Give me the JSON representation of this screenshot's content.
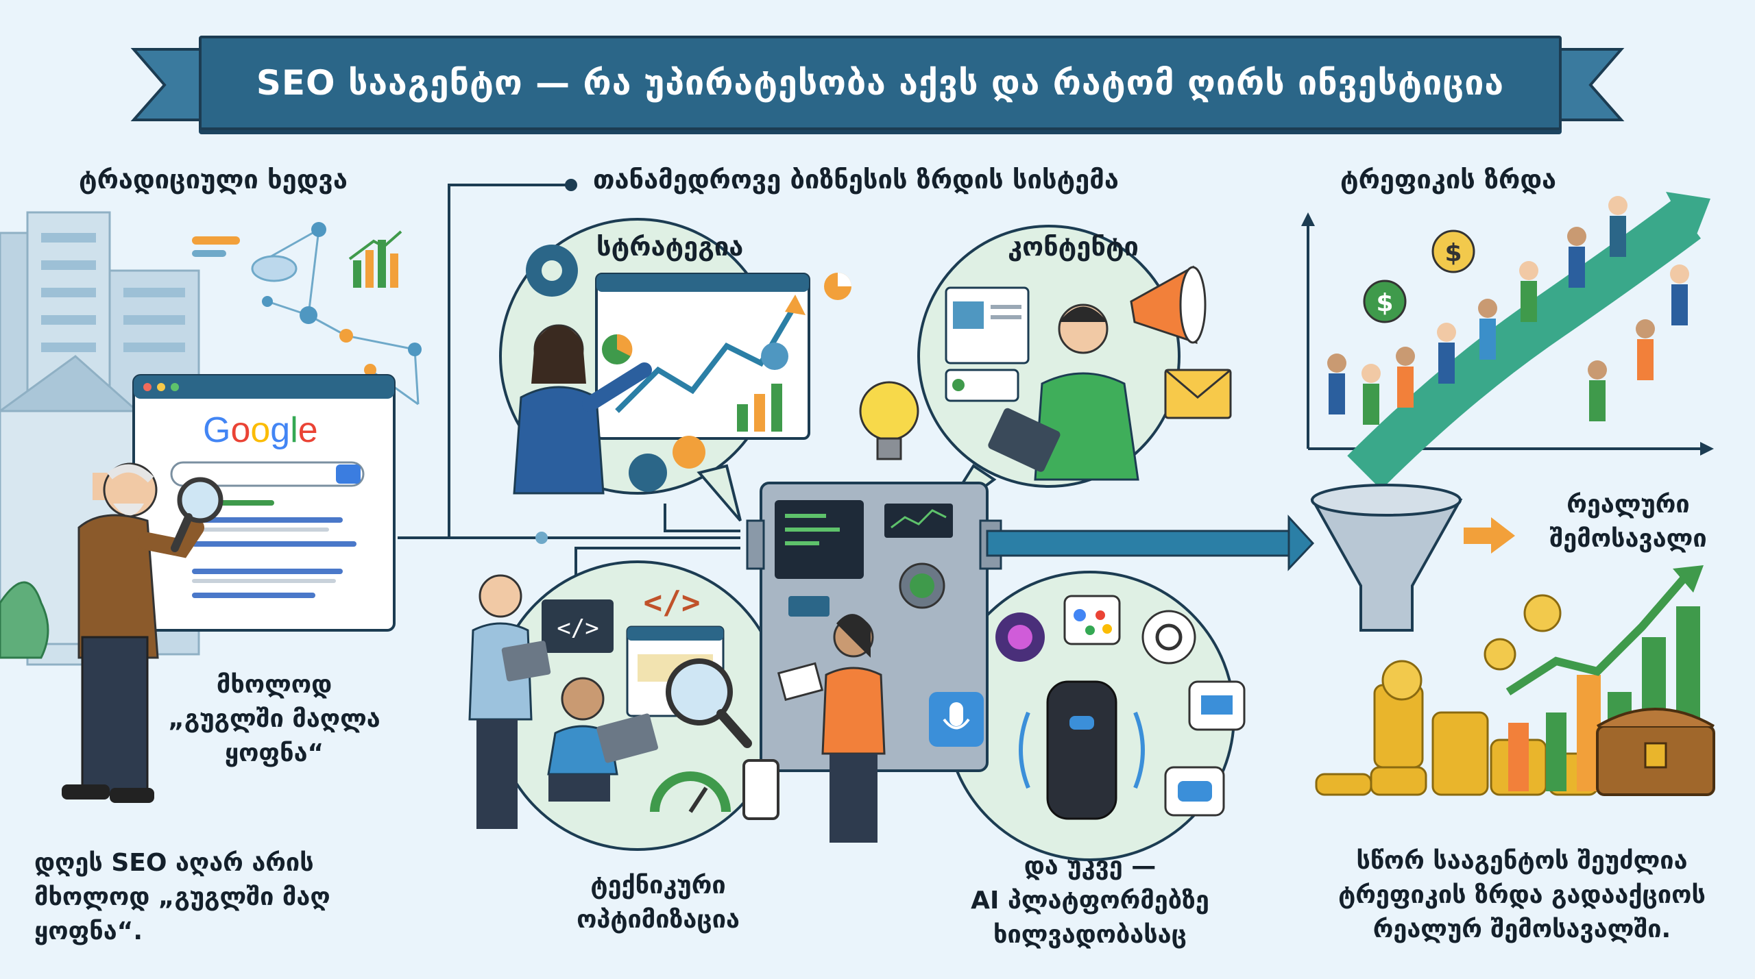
{
  "title": "SEO სააგენტო — რა უპირატესობა აქვს და რატომ ღირს ინვესტიცია",
  "left": {
    "heading": "ტრადიციული ხედვა",
    "note": [
      "მხოლოდ",
      "„გუგლში მაღლა",
      "ყოფნა“"
    ],
    "bottom": [
      "დღეს SEO აღარ არის",
      "მხოლოდ „გუგლში მაღ",
      "ყოფნა“."
    ],
    "google_logo": "Google"
  },
  "center": {
    "heading": "თანამედროვე ბიზნესის ზრდის სისტემა",
    "bubbles": {
      "strategy": "სტრატეგია",
      "content": "კონტენტი",
      "technical": [
        "ტექნიკური",
        "ოპტიმიზაცია"
      ],
      "ai": [
        "და უკვე —",
        "AI პლატფორმებზე",
        "ხილვადობასაც"
      ]
    }
  },
  "right": {
    "heading": "ტრეფიკის ზრდა",
    "revenue": [
      "რეალური",
      "შემოსავალი"
    ],
    "bottom": [
      "სწორ სააგენტოს შეუძლია",
      "ტრეფიკის ზრდა გადააქციოს",
      "რეალურ შემოსავალში."
    ]
  },
  "colors": {
    "banner": "#2b6688",
    "bubble_fill": "#dff0e4",
    "arrow": "#2b7fa6",
    "green": "#3f9a4b",
    "gold": "#e9b52c"
  },
  "icons": [
    "gear-icon",
    "lightbulb-icon",
    "megaphone-icon",
    "envelope-icon",
    "magnifier-icon",
    "code-icon",
    "microphone-icon",
    "chat-icon",
    "robot-icon",
    "funnel-icon",
    "coin-icon",
    "treasure-chest-icon",
    "smart-speaker-icon"
  ]
}
